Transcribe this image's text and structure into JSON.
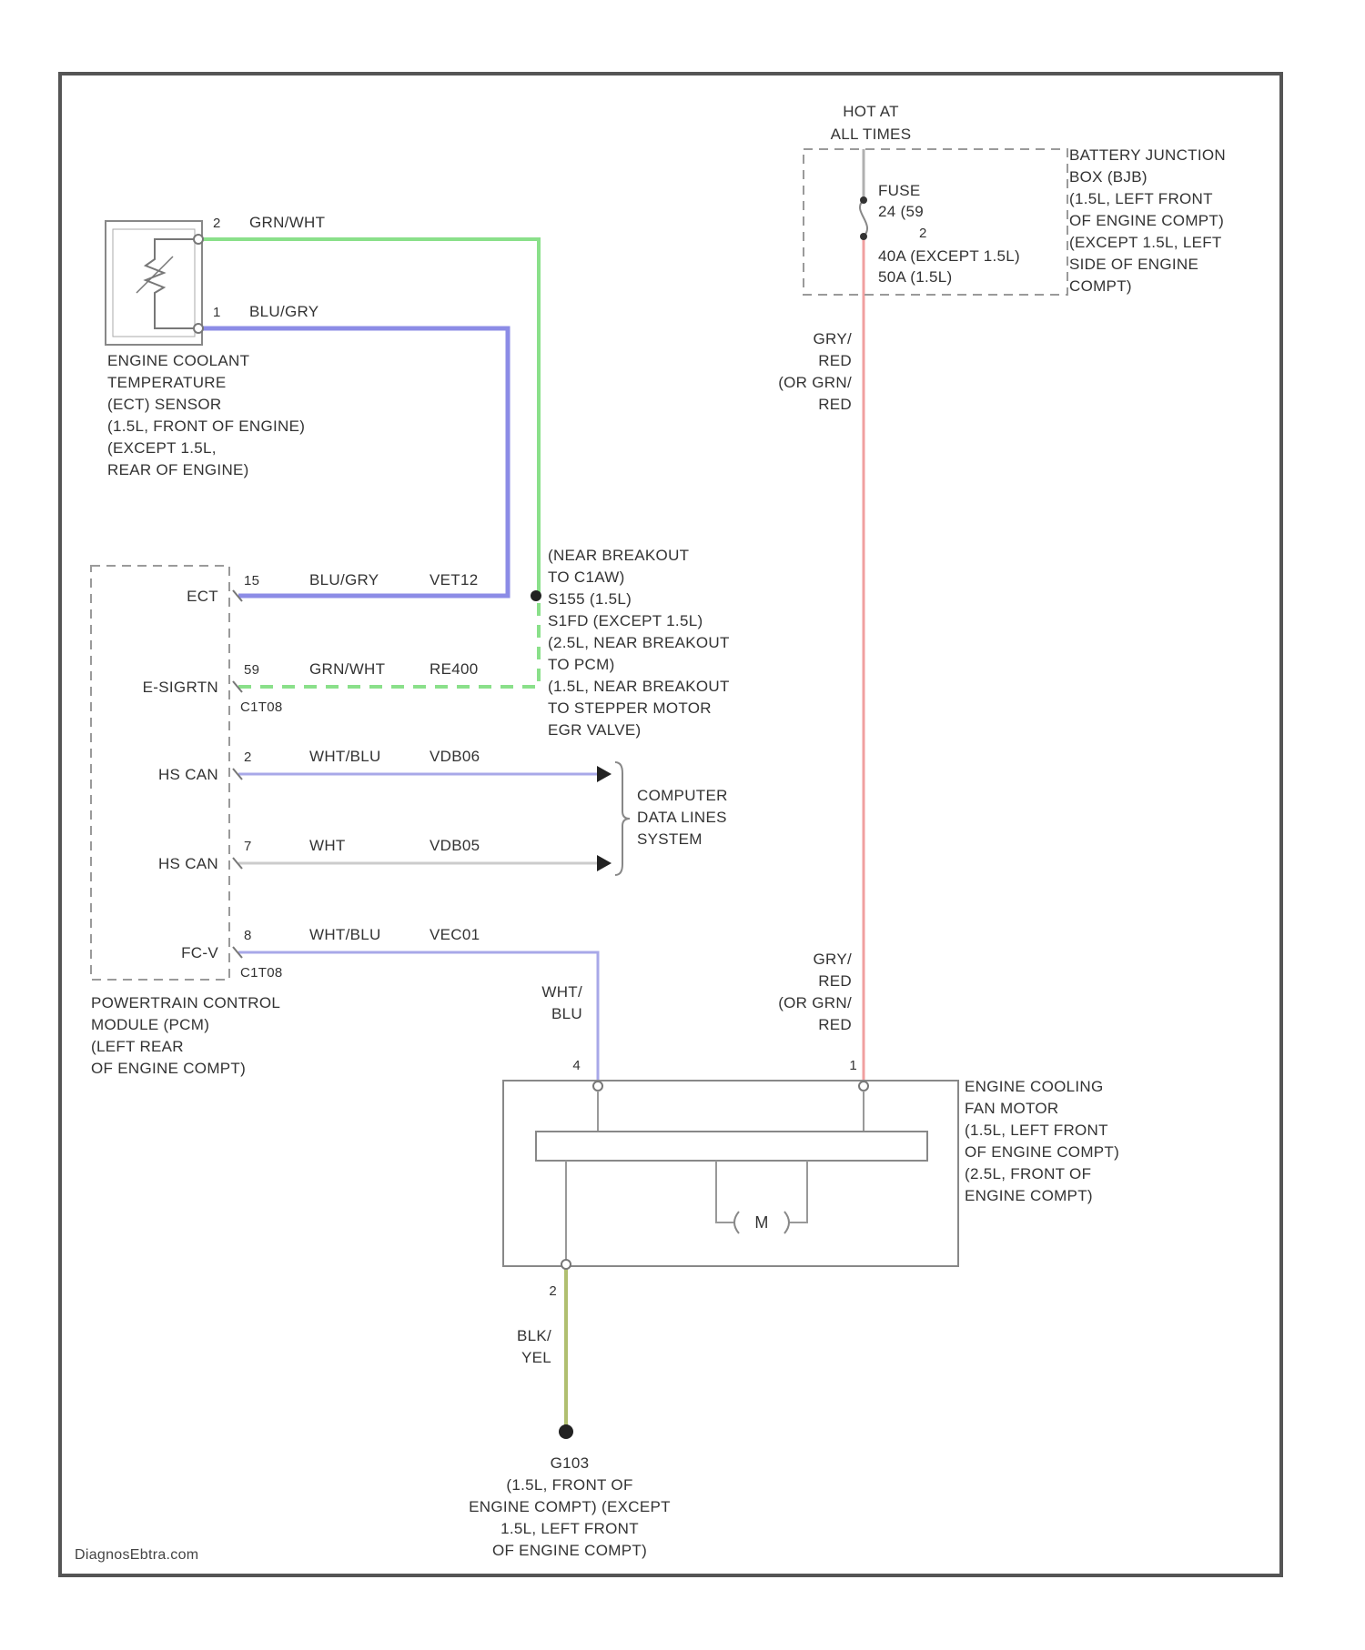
{
  "title": "",
  "colors": {
    "frame": "#555555",
    "grn_wht": "#8ae08a",
    "blu_gry": "#8c8ce6",
    "wht_blu": "#a8a8e8",
    "wht": "#cccccc",
    "gry_red": "#f0a0a0",
    "blk_yel": "#b0bf70",
    "dashed_box": "#9a9a9a"
  },
  "watermark": "DiagnosEbtra.com",
  "power": {
    "label_line1": "HOT AT",
    "label_line2": "ALL TIMES",
    "fuse_line1": "FUSE",
    "fuse_line2": "24 (59",
    "fuse_pin": "2",
    "fuse_rating_line1": "40A (EXCEPT 1.5L)",
    "fuse_rating_line2": "50A (1.5L)",
    "bjb": [
      "BATTERY JUNCTION",
      "BOX (BJB)",
      "(1.5L, LEFT FRONT",
      "OF ENGINE COMPT)",
      "(EXCEPT 1.5L, LEFT",
      "SIDE OF ENGINE",
      "COMPT)"
    ],
    "wire_top": [
      "GRY/",
      "RED",
      "(OR GRN/",
      "RED"
    ],
    "wire_bottom": [
      "GRY/",
      "RED",
      "(OR GRN/",
      "RED"
    ]
  },
  "ect": {
    "pin_top": "2",
    "wire_top": "GRN/WHT",
    "pin_bottom": "1",
    "wire_bottom": "BLU/GRY",
    "label": [
      "ENGINE COOLANT",
      "TEMPERATURE",
      "(ECT) SENSOR",
      "(1.5L, FRONT OF ENGINE)",
      "(EXCEPT 1.5L,",
      "REAR OF ENGINE)"
    ]
  },
  "pcm": {
    "rows": [
      {
        "name": "ECT",
        "pin": "15",
        "wire": "BLU/GRY",
        "circuit": "VET12"
      },
      {
        "name": "E-SIGRTN",
        "pin": "59",
        "wire": "GRN/WHT",
        "circuit": "RE400"
      },
      {
        "name": "HS CAN",
        "pin": "2",
        "wire": "WHT/BLU",
        "circuit": "VDB06"
      },
      {
        "name": "HS CAN",
        "pin": "7",
        "wire": "WHT",
        "circuit": "VDB05"
      },
      {
        "name": "FC-V",
        "pin": "8",
        "wire": "WHT/BLU",
        "circuit": "VEC01"
      }
    ],
    "connector1": "C1T08",
    "connector2": "C1T08",
    "label": [
      "POWERTRAIN CONTROL",
      "MODULE (PCM)",
      "(LEFT REAR",
      "OF ENGINE COMPT)"
    ]
  },
  "splice_note": [
    "(NEAR BREAKOUT",
    "TO C1AW)",
    "S155  (1.5L)",
    "S1FD  (EXCEPT 1.5L)",
    "(2.5L, NEAR BREAKOUT",
    "TO PCM)",
    "(1.5L, NEAR BREAKOUT",
    "TO STEPPER MOTOR",
    "EGR VALVE)"
  ],
  "data_lines": [
    "COMPUTER",
    "DATA LINES",
    "SYSTEM"
  ],
  "motor": {
    "control_wire": [
      "WHT/",
      "BLU"
    ],
    "pin_control": "4",
    "pin_power": "1",
    "pin_ground": "2",
    "symbol": "M",
    "label": [
      "ENGINE COOLING",
      "FAN MOTOR",
      "(1.5L, LEFT FRONT",
      "OF ENGINE COMPT)",
      "(2.5L, FRONT OF",
      "ENGINE COMPT)"
    ]
  },
  "ground": {
    "wire": [
      "BLK/",
      "YEL"
    ],
    "label": [
      "G103",
      "(1.5L, FRONT OF",
      "ENGINE COMPT) (EXCEPT",
      "1.5L, LEFT FRONT",
      "OF ENGINE COMPT)"
    ]
  }
}
